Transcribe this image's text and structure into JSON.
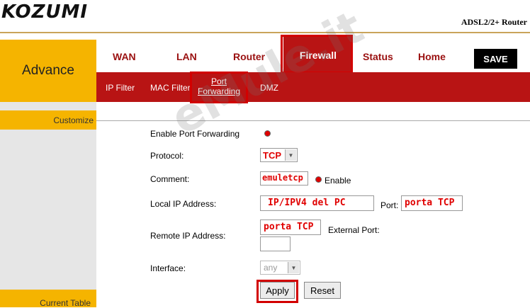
{
  "header": {
    "brand": "KOZUMI",
    "model": "ADSL2/2+ Router"
  },
  "sidebar": {
    "section": "Advance",
    "customize": "Customize",
    "current_table": "Current Table"
  },
  "tabs": {
    "wan": "WAN",
    "lan": "LAN",
    "router": "Router",
    "firewall": "Firewall",
    "status": "Status",
    "home": "Home"
  },
  "toolbar": {
    "save_label": "SAVE"
  },
  "subtabs": {
    "ip_filter": "IP Filter",
    "mac_filter": "MAC Filter",
    "port_forwarding_1": "Port",
    "port_forwarding_2": "Forwarding",
    "dmz": "DMZ"
  },
  "form": {
    "enable_label": "Enable Port Forwarding",
    "protocol_label": "Protocol:",
    "protocol_value": "TCP",
    "comment_label": "Comment:",
    "comment_value": "emuletcp",
    "enable_small": "Enable",
    "local_ip_label": "Local IP Address:",
    "local_ip_value": "IP/IPV4 del PC",
    "port_label": "Port:",
    "port_value": "porta TCP",
    "remote_ip_label": "Remote IP Address:",
    "remote_ip_value": "porta TCP",
    "external_port_label": "External Port:",
    "external_port_value": "",
    "interface_label": "Interface:",
    "interface_value": "any",
    "apply_label": "Apply",
    "reset_label": "Reset"
  },
  "watermark": "eMule.it",
  "colors": {
    "accent_red": "#b81414",
    "accent_yellow": "#f5b400",
    "highlight": "#d20000"
  }
}
